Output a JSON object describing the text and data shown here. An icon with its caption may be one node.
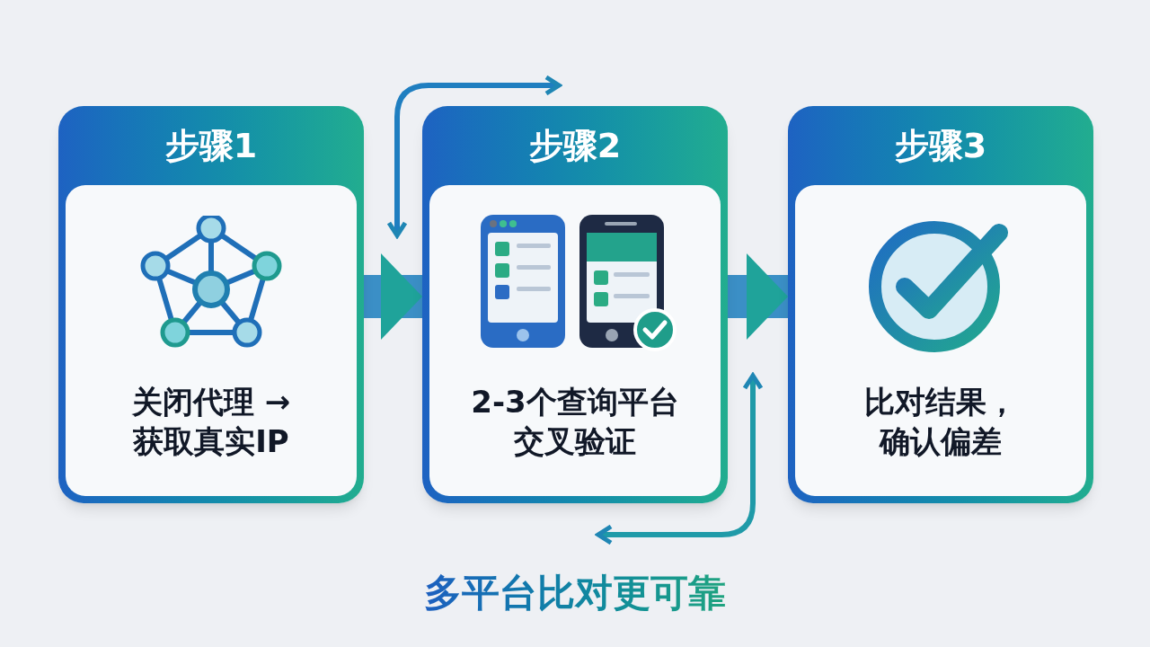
{
  "diagram": {
    "title": "多平台比对更可靠",
    "nodes": [
      {
        "text": [
          "步骤1",
          "关闭代理 → 获取真实IP"
        ]
      },
      {
        "text": [
          "步骤2",
          "2-3个查询平台交叉验证"
        ]
      },
      {
        "text": [
          "步骤3",
          "比对结果，确认偏差"
        ]
      }
    ],
    "edges": [
      {
        "from": 0,
        "to": 1,
        "arrow": "to"
      },
      {
        "from": 1,
        "to": 2,
        "arrow": "to"
      }
    ]
  }
}
